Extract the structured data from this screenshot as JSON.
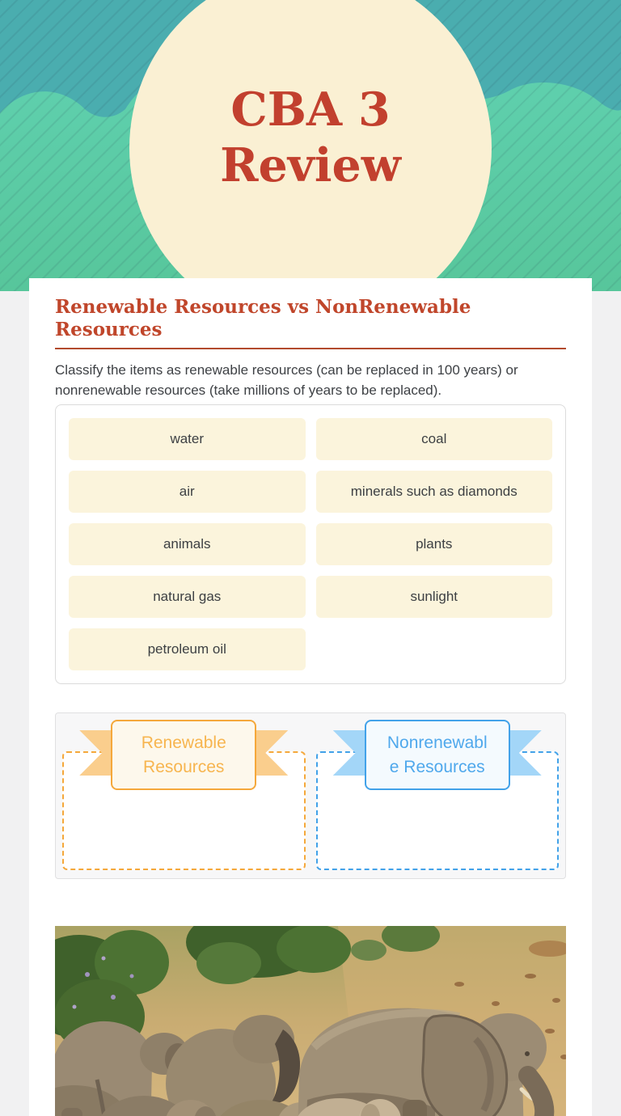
{
  "hero": {
    "title_lines": [
      "CBA 3",
      "Review"
    ],
    "colors": {
      "teal_dark": "#4AADAF",
      "teal_light": "#5FD0AE",
      "circle": "#FAF0D3",
      "title": "#C2402E"
    }
  },
  "question": {
    "title": "Renewable Resources vs NonRenewable Resources",
    "instructions": "Classify the items as renewable resources (can be replaced in 100 years) or nonrenewable resources (take millions of years to be replaced).",
    "word_bank": [
      "water",
      "coal",
      "air",
      "minerals such as diamonds",
      "animals",
      "plants",
      "natural gas",
      "sunlight",
      "petroleum oil"
    ],
    "drop_zones": [
      {
        "id": "renewable",
        "label_lines": [
          "Renewable",
          "Resources"
        ],
        "accent": "#F5A83B",
        "wing": "#FACE8D",
        "label_bg": "#FDF8EC",
        "label_text": "#F7B54F"
      },
      {
        "id": "nonrenewable",
        "label_lines": [
          "Nonrenewabl",
          "e Resources"
        ],
        "accent": "#42A2E9",
        "wing": "#A3D6F8",
        "label_bg": "#F4FAFE",
        "label_text": "#4FA8EC"
      }
    ]
  },
  "photo": {
    "alt": "herd of African elephants on dry savanna grassland"
  }
}
